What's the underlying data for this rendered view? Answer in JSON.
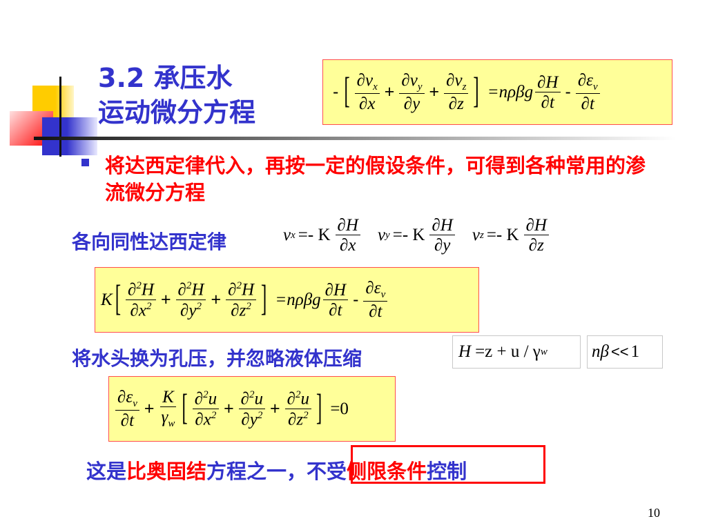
{
  "slide": {
    "title_line1": "3.2  承压水",
    "title_line2": "运动微分方程",
    "page_number": "10",
    "colors": {
      "title_blue": "#3333cc",
      "accent_red": "#ff0000",
      "equation_box_fill": "#ffff99",
      "equation_box_border": "#ff4d4d"
    }
  },
  "equation_continuity": {
    "lead_minus": "-",
    "terms": [
      {
        "num": "∂v",
        "num_sub": "x",
        "den": "∂x"
      },
      {
        "num": "∂v",
        "num_sub": "y",
        "den": "∂y"
      },
      {
        "num": "∂v",
        "num_sub": "z",
        "den": "∂z"
      }
    ],
    "plus": "+",
    "rhs_coeff": "=nρβg",
    "rhs_term1": {
      "num": "∂H",
      "den": "∂t"
    },
    "minus": "-",
    "rhs_term2": {
      "num": "∂ε",
      "num_sub": "v",
      "den": "∂t"
    }
  },
  "bullet": {
    "text": "将达西定律代入，再按一定的假设条件，可得到各种常用的渗流微分方程"
  },
  "darcy": {
    "label": "各向同性达西定律",
    "laws": [
      {
        "lhs": "v",
        "sub": "x",
        "eq": "=- K",
        "num": "∂H",
        "den": "∂x"
      },
      {
        "lhs": "v",
        "sub": "y",
        "eq": "=- K",
        "num": "∂H",
        "den": "∂y"
      },
      {
        "lhs": "v",
        "sub": "z",
        "eq": "=- K",
        "num": "∂H",
        "den": "∂z"
      }
    ]
  },
  "equation_head": {
    "lead": "K",
    "terms": [
      {
        "num": "∂",
        "sup": "2",
        "num_var": "H",
        "den": "∂x",
        "den_sup": "2"
      },
      {
        "num": "∂",
        "sup": "2",
        "num_var": "H",
        "den": "∂y",
        "den_sup": "2"
      },
      {
        "num": "∂",
        "sup": "2",
        "num_var": "H",
        "den": "∂z",
        "den_sup": "2"
      }
    ],
    "plus": "+",
    "rhs_coeff": "=nρβg",
    "rhs_term1": {
      "num": "∂H",
      "den": "∂t"
    },
    "minus": "-",
    "rhs_term2": {
      "num": "∂ε",
      "num_sub": "v",
      "den": "∂t"
    }
  },
  "substitution": {
    "label": "将水头换为孔压，并忽略液体压缩",
    "formula1": {
      "H": "H",
      "eq": "=z + u / γ",
      "sub": "w"
    },
    "formula2": {
      "text": "nβ",
      "rel": "<<",
      "val": "1"
    }
  },
  "equation_pore": {
    "term1": {
      "num": "∂ε",
      "num_sub": "v",
      "den": "∂t"
    },
    "plus": "+",
    "coeff": {
      "num": "K",
      "den": "γ",
      "den_sub": "w"
    },
    "terms": [
      {
        "num": "∂",
        "sup": "2",
        "num_var": "u",
        "den": "∂x",
        "den_sup": "2"
      },
      {
        "num": "∂",
        "sup": "2",
        "num_var": "u",
        "den": "∂y",
        "den_sup": "2"
      },
      {
        "num": "∂",
        "sup": "2",
        "num_var": "u",
        "den": "∂z",
        "den_sup": "2"
      }
    ],
    "rhs": "=0"
  },
  "conclusion": {
    "parts": [
      {
        "text": "这是",
        "color": "blue"
      },
      {
        "text": "比奥固结",
        "color": "red"
      },
      {
        "text": "方程之一，",
        "color": "blue"
      },
      {
        "text": "不受",
        "color": "blue"
      },
      {
        "text": "侧限条件",
        "color": "red"
      },
      {
        "text": "控制",
        "color": "blue"
      }
    ]
  }
}
